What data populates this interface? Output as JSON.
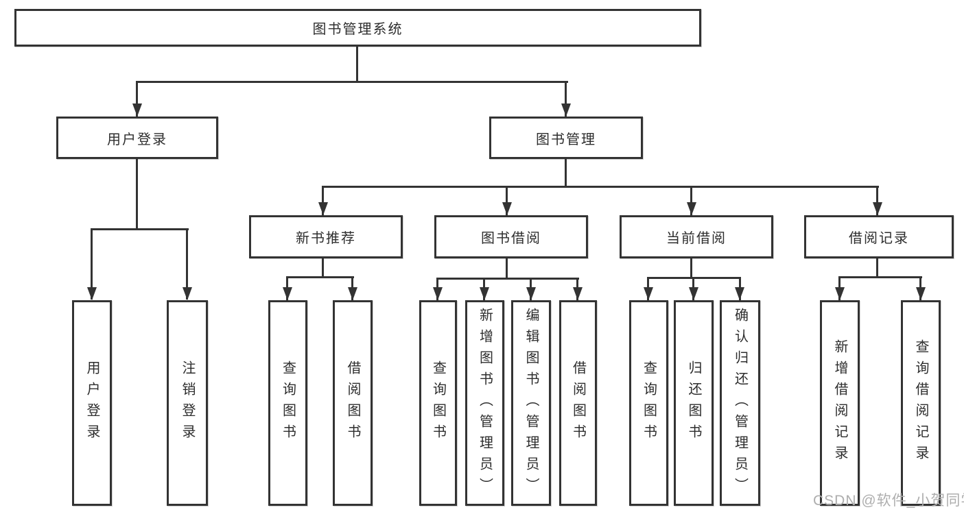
{
  "diagram": {
    "type": "hierarchy-tree",
    "title": "图书管理系统",
    "colors": {
      "line": "#333333",
      "box_border": "#333333",
      "box_fill": "#ffffff",
      "text": "#2d2d2d",
      "watermark": "#aeaeae",
      "background": "#ffffff"
    },
    "nodes": {
      "root": "图书管理系统",
      "user_login": "用户登录",
      "book_mgmt": "图书管理",
      "new_book_rec": "新书推荐",
      "book_borrow": "图书借阅",
      "current_borrow": "当前借阅",
      "borrow_records": "借阅记录",
      "leaf_user_login": "用户登录",
      "leaf_logout": "注销登录",
      "leaf_rec_query_book": "查询图书",
      "leaf_rec_borrow_book": "借阅图书",
      "leaf_borrow_query_book": "查询图书",
      "leaf_borrow_add_book_admin": "新增图书（管理员）",
      "leaf_borrow_edit_book_admin": "编辑图书（管理员）",
      "leaf_borrow_borrow_book": "借阅图书",
      "leaf_current_query_book": "查询图书",
      "leaf_current_return_book": "归还图书",
      "leaf_current_confirm_return_admin": "确认归还（管理员）",
      "leaf_records_add_record": "新增借阅记录",
      "leaf_records_query_record": "查询借阅记录"
    },
    "hierarchy": {
      "图书管理系统": {
        "用户登录": [
          "用户登录",
          "注销登录"
        ],
        "图书管理": {
          "新书推荐": [
            "查询图书",
            "借阅图书"
          ],
          "图书借阅": [
            "查询图书",
            "新增图书（管理员）",
            "编辑图书（管理员）",
            "借阅图书"
          ],
          "当前借阅": [
            "查询图书",
            "归还图书",
            "确认归还（管理员）"
          ],
          "借阅记录": [
            "新增借阅记录",
            "查询借阅记录"
          ]
        }
      }
    },
    "watermark": "CSDN @软件_小贺同学"
  }
}
